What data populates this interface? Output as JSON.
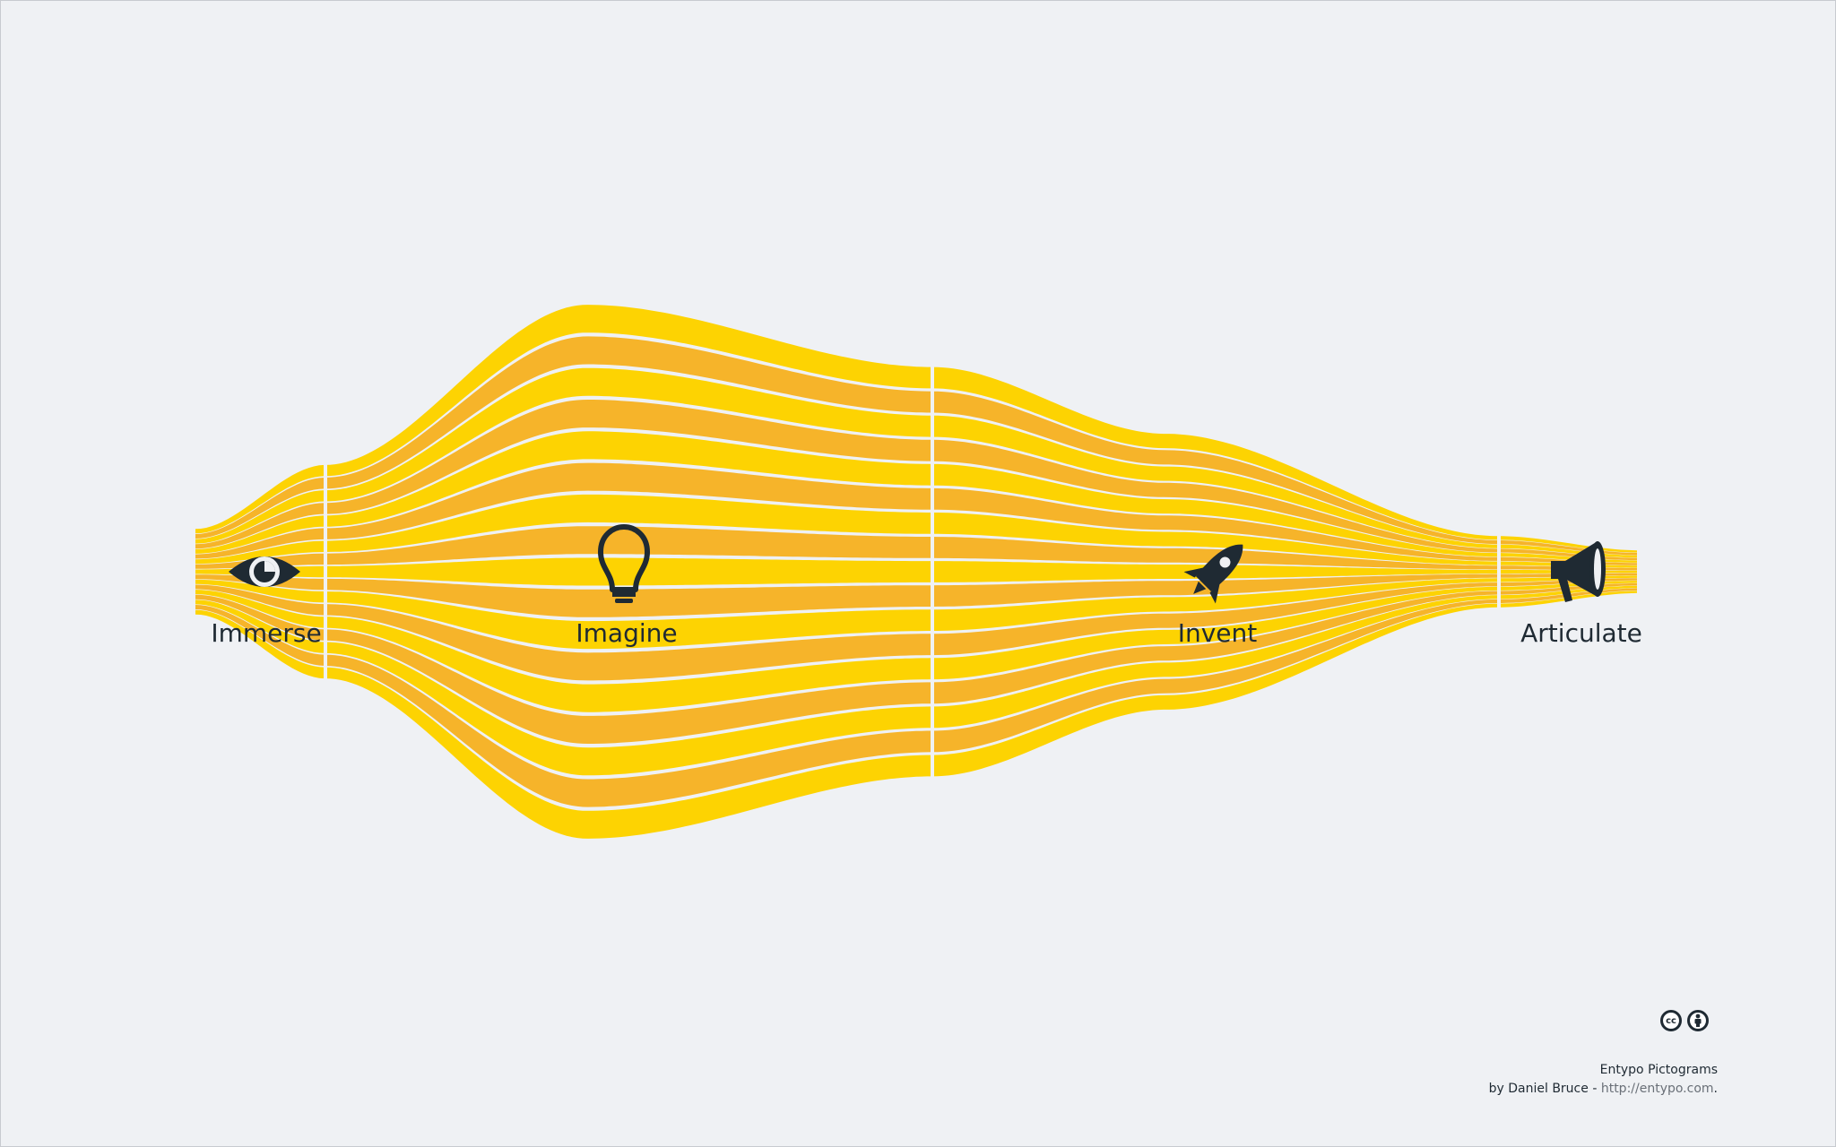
{
  "colors": {
    "background": "#eff1f4",
    "band_orange": "#f6b42a",
    "band_yellow": "#fdd302",
    "icon": "#1f2a33",
    "link": "#6a7078"
  },
  "stages": [
    {
      "label": "Immerse",
      "icon": "eye-icon"
    },
    {
      "label": "Imagine",
      "icon": "lightbulb-icon"
    },
    {
      "label": "Invent",
      "icon": "rocket-icon"
    },
    {
      "label": "Articulate",
      "icon": "megaphone-icon"
    }
  ],
  "license": {
    "badges": [
      {
        "icon": "creative-commons-icon",
        "text": "cc"
      },
      {
        "icon": "attribution-icon",
        "text": ""
      }
    ]
  },
  "credits": {
    "line1": "Entypo Pictograms",
    "line2_prefix": "by Daniel Bruce - ",
    "link": "http://entypo.com",
    "line2_suffix": "."
  }
}
